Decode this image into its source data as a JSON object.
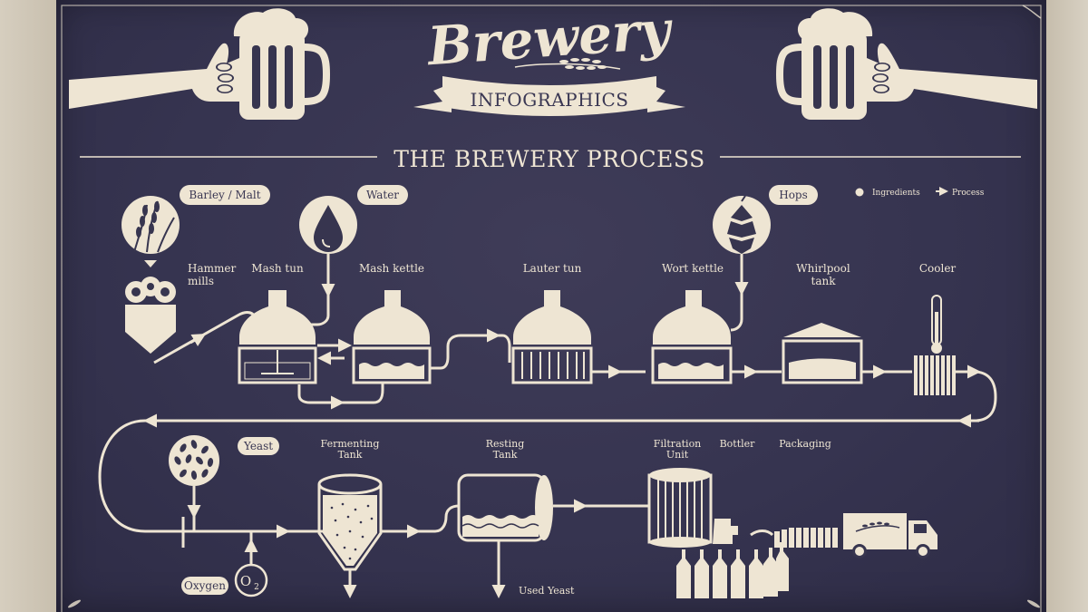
{
  "header": {
    "brand": "Brewery",
    "ribbon": "INFOGRAPHICS",
    "title": "THE BREWERY PROCESS"
  },
  "legend": {
    "ingredients": "Ingredients",
    "process": "Process"
  },
  "ingredients": {
    "barley": "Barley / Malt",
    "water": "Water",
    "hops": "Hops",
    "yeast": "Yeast",
    "oxygen": "Oxygen",
    "oxygen_symbol": "O",
    "oxygen_subscript": "2"
  },
  "stages_row1": {
    "hammer_mills": [
      "Hammer",
      "mills"
    ],
    "mash_tun": "Mash tun",
    "mash_kettle": "Mash kettle",
    "lauter_tun": "Lauter tun",
    "wort_kettle": "Wort kettle",
    "whirlpool": [
      "Whirlpool",
      "tank"
    ],
    "cooler": "Cooler"
  },
  "stages_row2": {
    "fermenting": [
      "Fermenting",
      "Tank"
    ],
    "resting": [
      "Resting",
      "Tank"
    ],
    "filtration": [
      "Filtration",
      "Unit"
    ],
    "bottler": "Bottler",
    "packaging": "Packaging",
    "used_yeast": "Used Yeast"
  },
  "colors": {
    "poster": "#37354f",
    "ink": "#eee5d3"
  }
}
